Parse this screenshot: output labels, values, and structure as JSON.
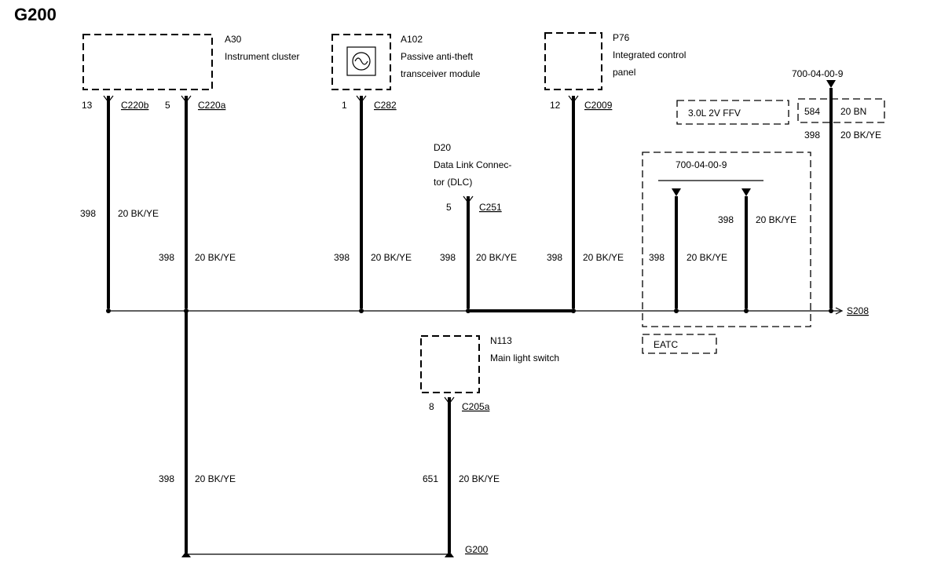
{
  "title": "G200",
  "components": {
    "a30": {
      "id": "A30",
      "name": "Instrument cluster"
    },
    "a102": {
      "id": "A102",
      "name_line1": "Passive anti-theft",
      "name_line2": "transceiver module"
    },
    "p76": {
      "id": "P76",
      "name_line1": "Integrated control",
      "name_line2": "panel"
    },
    "d20": {
      "id": "D20",
      "name_line1": "Data Link Connec-",
      "name_line2": "tor (DLC)"
    },
    "n113": {
      "id": "N113",
      "name": "Main light switch"
    }
  },
  "connectors": {
    "c220b": {
      "pin": "13",
      "name": "C220b"
    },
    "c220a": {
      "pin": "5",
      "name": "C220a"
    },
    "c282": {
      "pin": "1",
      "name": "C282"
    },
    "c251": {
      "pin": "5",
      "name": "C251"
    },
    "c2009": {
      "pin": "12",
      "name": "C2009"
    },
    "c205a": {
      "pin": "8",
      "name": "C205a"
    }
  },
  "wires": {
    "circuit": "398",
    "color": "20 BK/YE",
    "n113_circuit": "651",
    "n113_color": "20 BK/YE",
    "ffv_circuit": "584",
    "ffv_color": "20 BN"
  },
  "options": {
    "ffv": "3.0L 2V FFV",
    "eatc": "EATC"
  },
  "splices": {
    "top_right": "700-04-00-9",
    "eatc": "700-04-00-9",
    "s208": "S208",
    "g200": "G200"
  }
}
